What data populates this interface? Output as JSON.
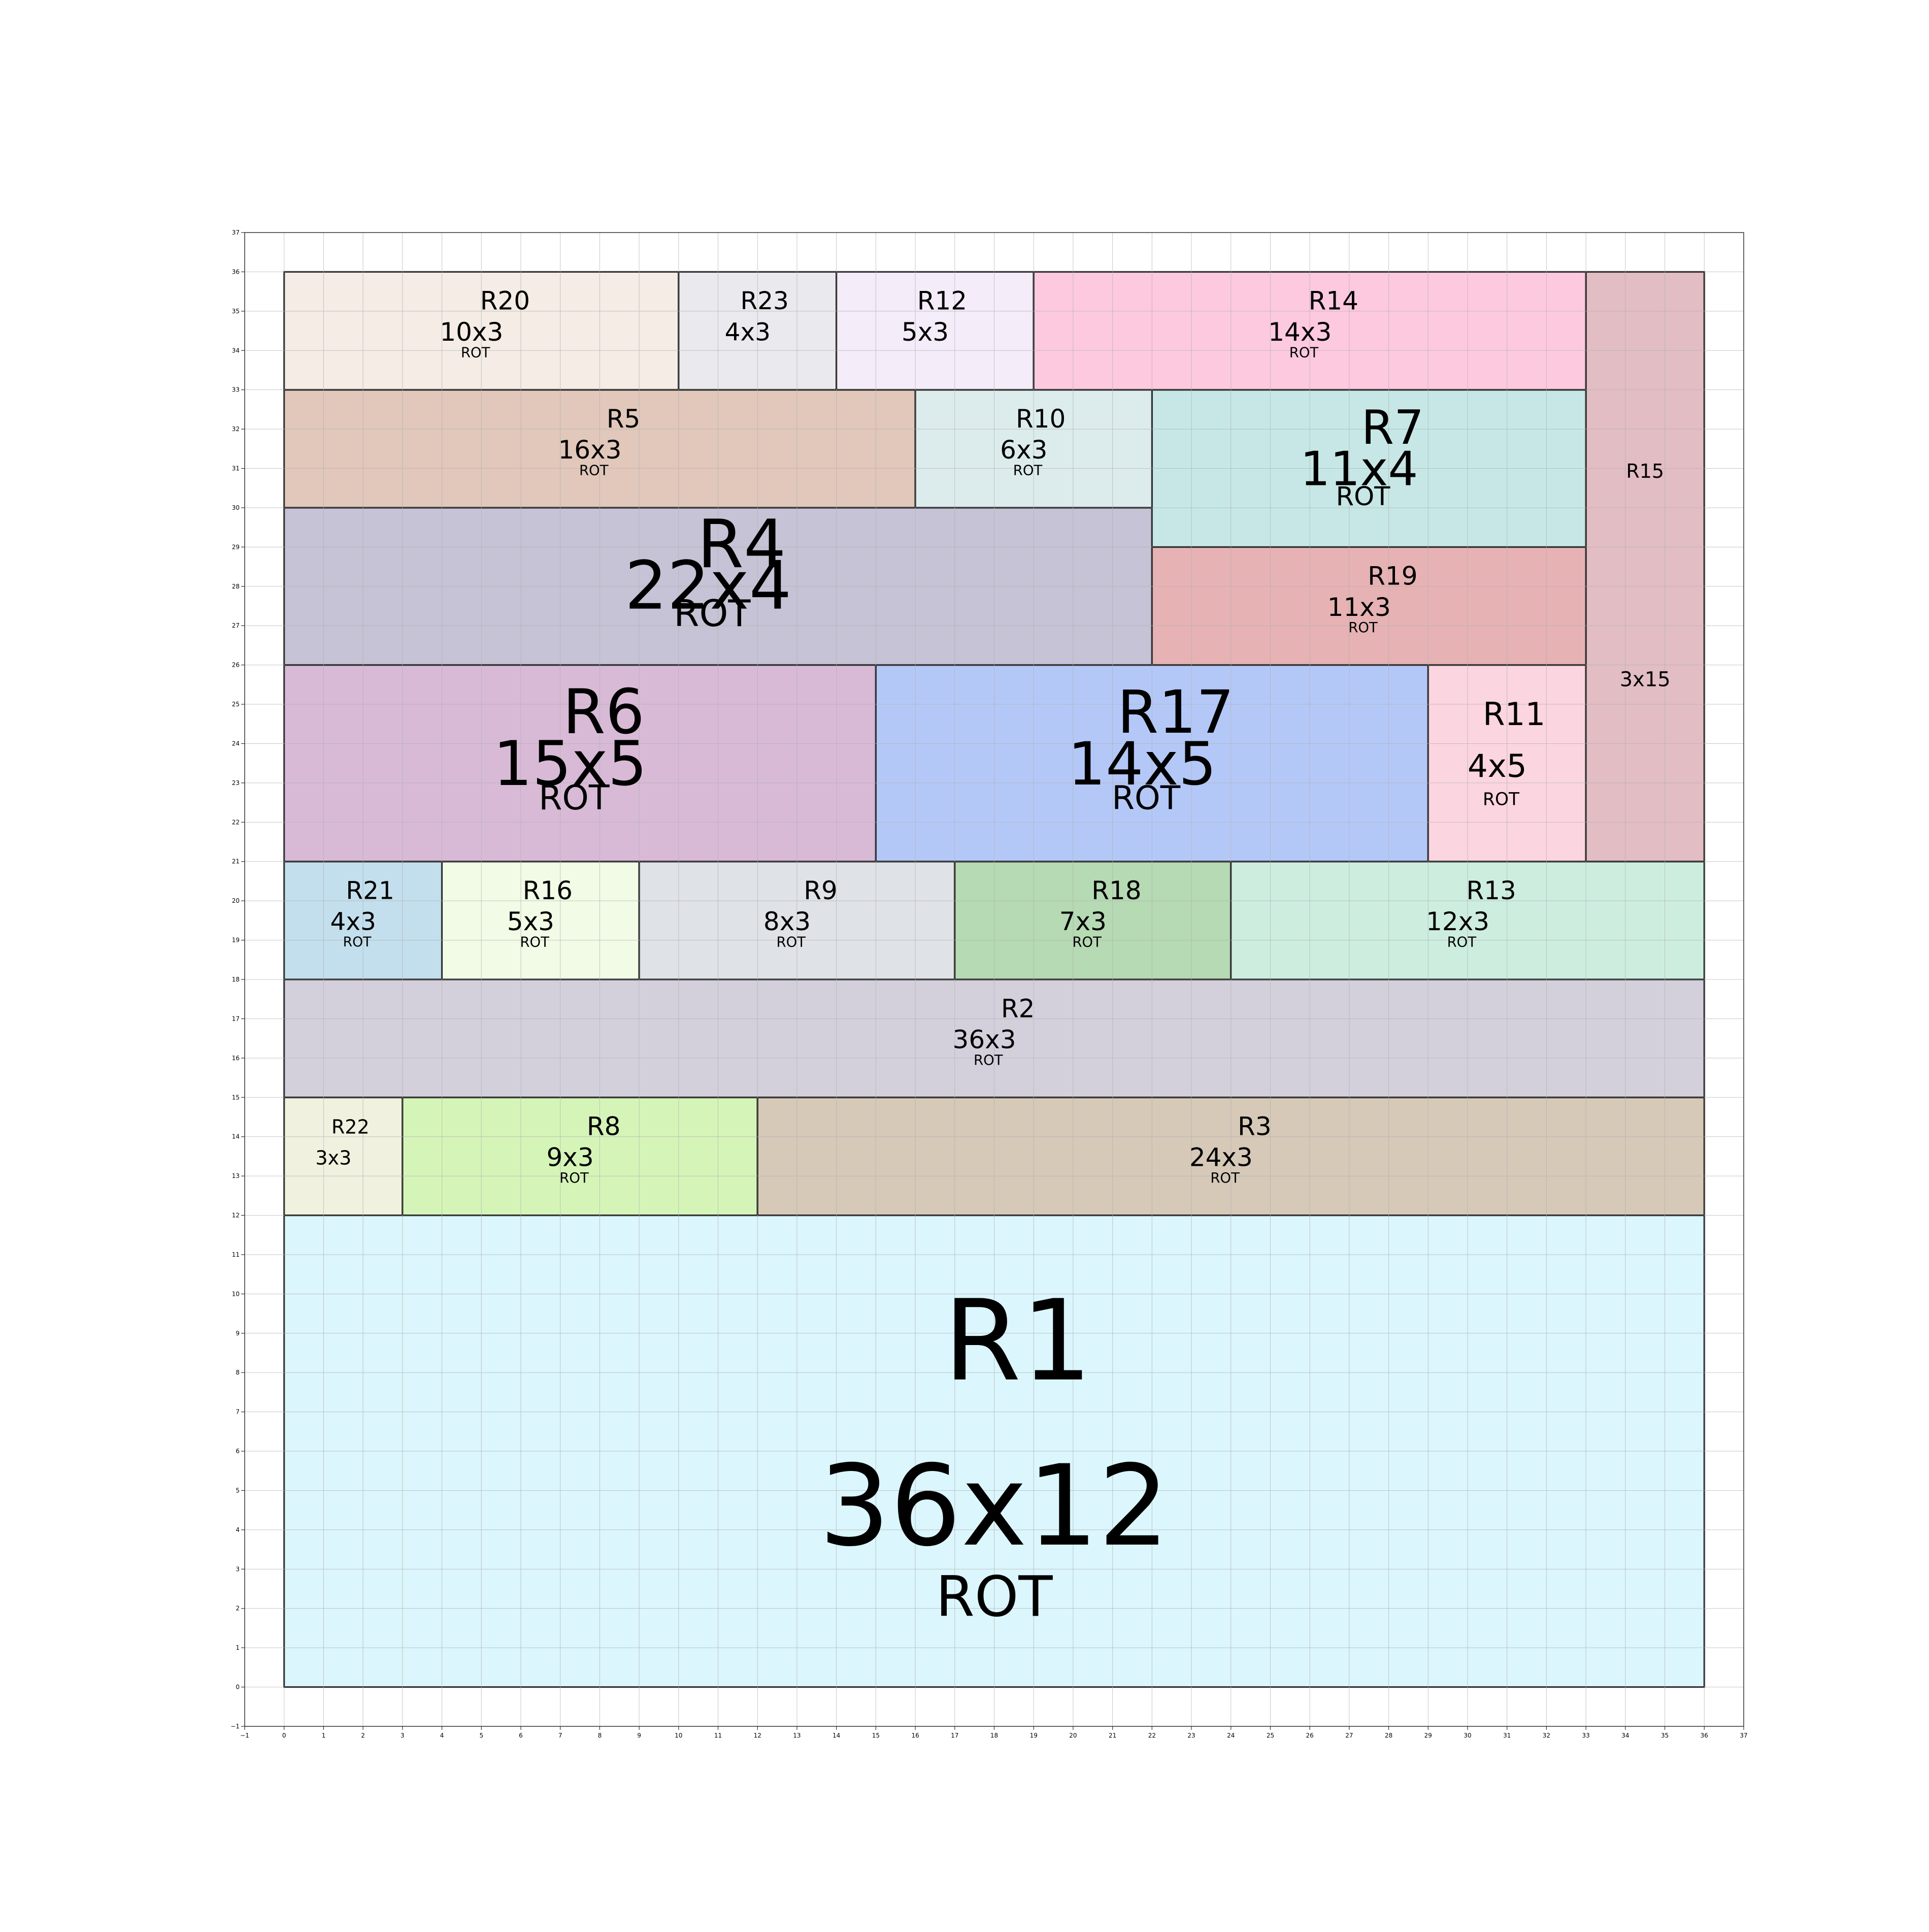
{
  "chart_data": {
    "type": "rectangle-packing",
    "xlim": [
      -1,
      37
    ],
    "ylim": [
      -1,
      37
    ],
    "grid": true,
    "xticks": [
      -1,
      0,
      1,
      2,
      3,
      4,
      5,
      6,
      7,
      8,
      9,
      10,
      11,
      12,
      13,
      14,
      15,
      16,
      17,
      18,
      19,
      20,
      21,
      22,
      23,
      24,
      25,
      26,
      27,
      28,
      29,
      30,
      31,
      32,
      33,
      34,
      35,
      36,
      37
    ],
    "yticks": [
      -1,
      0,
      1,
      2,
      3,
      4,
      5,
      6,
      7,
      8,
      9,
      10,
      11,
      12,
      13,
      14,
      15,
      16,
      17,
      18,
      19,
      20,
      21,
      22,
      23,
      24,
      25,
      26,
      27,
      28,
      29,
      30,
      31,
      32,
      33,
      34,
      35,
      36,
      37
    ],
    "rects": [
      {
        "id": "R1",
        "x": 0,
        "y": 0,
        "w": 36,
        "h": 12,
        "size": "36x12",
        "rot": "ROT",
        "color": "#dbf6fc"
      },
      {
        "id": "R22",
        "x": 0,
        "y": 12,
        "w": 3,
        "h": 3,
        "size": "3x3",
        "rot": "",
        "color": "#f1f1df"
      },
      {
        "id": "R8",
        "x": 3,
        "y": 12,
        "w": 9,
        "h": 3,
        "size": "9x3",
        "rot": "ROT",
        "color": "#d5f5b8"
      },
      {
        "id": "R3",
        "x": 12,
        "y": 12,
        "w": 24,
        "h": 3,
        "size": "24x3",
        "rot": "ROT",
        "color": "#d6c9b8"
      },
      {
        "id": "R2",
        "x": 0,
        "y": 15,
        "w": 36,
        "h": 3,
        "size": "36x3",
        "rot": "ROT",
        "color": "#d3d0dc"
      },
      {
        "id": "R21",
        "x": 0,
        "y": 18,
        "w": 4,
        "h": 3,
        "size": "4x3",
        "rot": "ROT",
        "color": "#c3dfed"
      },
      {
        "id": "R16",
        "x": 4,
        "y": 18,
        "w": 5,
        "h": 3,
        "size": "5x3",
        "rot": "ROT",
        "color": "#f1fbe6"
      },
      {
        "id": "R9",
        "x": 9,
        "y": 18,
        "w": 8,
        "h": 3,
        "size": "8x3",
        "rot": "ROT",
        "color": "#dfe2e6"
      },
      {
        "id": "R18",
        "x": 17,
        "y": 18,
        "w": 7,
        "h": 3,
        "size": "7x3",
        "rot": "ROT",
        "color": "#b6dab3"
      },
      {
        "id": "R13",
        "x": 24,
        "y": 18,
        "w": 12,
        "h": 3,
        "size": "12x3",
        "rot": "ROT",
        "color": "#cdeedf"
      },
      {
        "id": "R6",
        "x": 0,
        "y": 21,
        "w": 15,
        "h": 5,
        "size": "15x5",
        "rot": "ROT",
        "color": "#d8bad7"
      },
      {
        "id": "R17",
        "x": 15,
        "y": 21,
        "w": 14,
        "h": 5,
        "size": "14x5",
        "rot": "ROT",
        "color": "#b4c8f8"
      },
      {
        "id": "R11",
        "x": 29,
        "y": 21,
        "w": 4,
        "h": 5,
        "size": "4x5",
        "rot": "ROT",
        "color": "#fbd5e0"
      },
      {
        "id": "R15",
        "x": 33,
        "y": 21,
        "w": 3,
        "h": 15,
        "size": "3x15",
        "rot": "",
        "color": "#e2bdc4"
      },
      {
        "id": "R4",
        "x": 0,
        "y": 26,
        "w": 22,
        "h": 4,
        "size": "22x4",
        "rot": "ROT",
        "color": "#c6c3d6"
      },
      {
        "id": "R19",
        "x": 22,
        "y": 26,
        "w": 11,
        "h": 3,
        "size": "11x3",
        "rot": "ROT",
        "color": "#e6b2b4"
      },
      {
        "id": "R7",
        "x": 22,
        "y": 29,
        "w": 11,
        "h": 4,
        "size": "11x4",
        "rot": "ROT",
        "color": "#c6e7e5"
      },
      {
        "id": "R5",
        "x": 0,
        "y": 30,
        "w": 16,
        "h": 3,
        "size": "16x3",
        "rot": "ROT",
        "color": "#e1c8bb"
      },
      {
        "id": "R10",
        "x": 16,
        "y": 30,
        "w": 6,
        "h": 3,
        "size": "6x3",
        "rot": "ROT",
        "color": "#dcecec"
      },
      {
        "id": "R20",
        "x": 0,
        "y": 33,
        "w": 10,
        "h": 3,
        "size": "10x3",
        "rot": "ROT",
        "color": "#f4ece5"
      },
      {
        "id": "R23",
        "x": 10,
        "y": 33,
        "w": 4,
        "h": 3,
        "size": "4x3",
        "rot": "",
        "color": "#eaeaee"
      },
      {
        "id": "R12",
        "x": 14,
        "y": 33,
        "w": 5,
        "h": 3,
        "size": "5x3",
        "rot": "",
        "color": "#f4ecf8"
      },
      {
        "id": "R14",
        "x": 19,
        "y": 33,
        "w": 14,
        "h": 3,
        "size": "14x3",
        "rot": "ROT",
        "color": "#fdc9df"
      }
    ]
  }
}
